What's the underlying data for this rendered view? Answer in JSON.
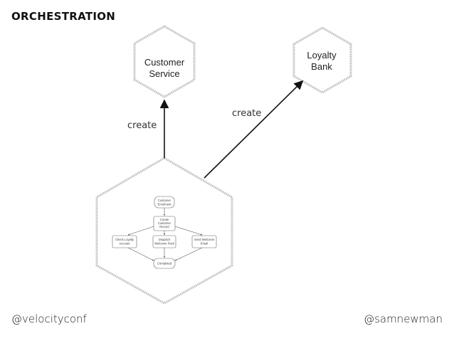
{
  "title": "ORCHESTRATION",
  "footer": {
    "left": "@velocityconf",
    "right": "@samnewman"
  },
  "services": {
    "customer_service": [
      "Customer",
      "Service"
    ],
    "loyalty_bank": [
      "Loyalty",
      "Bank"
    ]
  },
  "edges": {
    "to_customer_service": "create",
    "to_loyalty_bank": "create"
  },
  "workflow": {
    "start": [
      "Customer",
      "Enrolment"
    ],
    "create_record": [
      "Create",
      "Customer",
      "Record"
    ],
    "loyalty": [
      "Check Loyalty",
      "Account"
    ],
    "welcome_pack": [
      "Dispatch",
      "Welcome Pack"
    ],
    "welcome_email": [
      "Send Welcome",
      "Email"
    ],
    "end": [
      "Completed"
    ]
  },
  "colors": {
    "hex_stroke": "#bdbdbd",
    "arrow": "#111111"
  }
}
